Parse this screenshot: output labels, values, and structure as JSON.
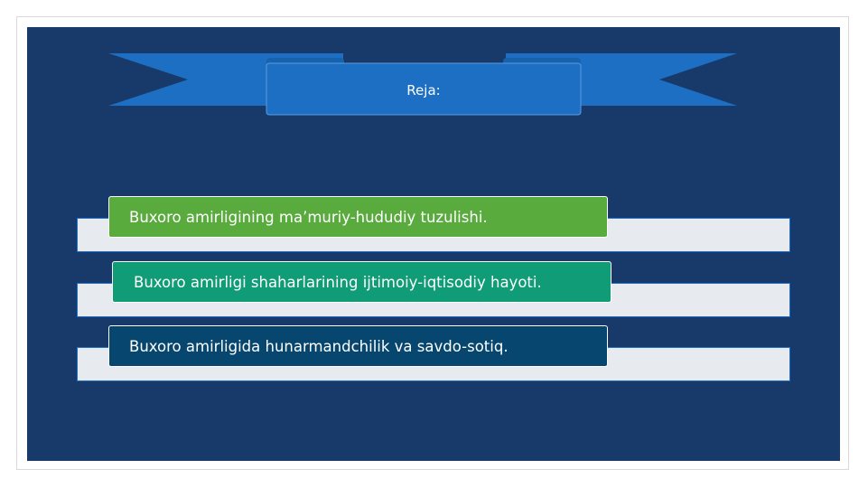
{
  "slide": {
    "title": "Reja:",
    "items": [
      {
        "text": "Buxoro amirligining ma’muriy-hududiy tuzulishi.",
        "color": "#5aab3e"
      },
      {
        "text": "Buxoro amirligi shaharlarining ijtimoiy-iqtisodiy hayoti.",
        "color": "#0f9c76"
      },
      {
        "text": "Buxoro amirligida hunarmandchilik va savdo-sotiq.",
        "color": "#07466e"
      }
    ],
    "colors": {
      "background": "#173a6b",
      "banner": "#1d6fc4",
      "bar": "#e7eaee"
    }
  }
}
